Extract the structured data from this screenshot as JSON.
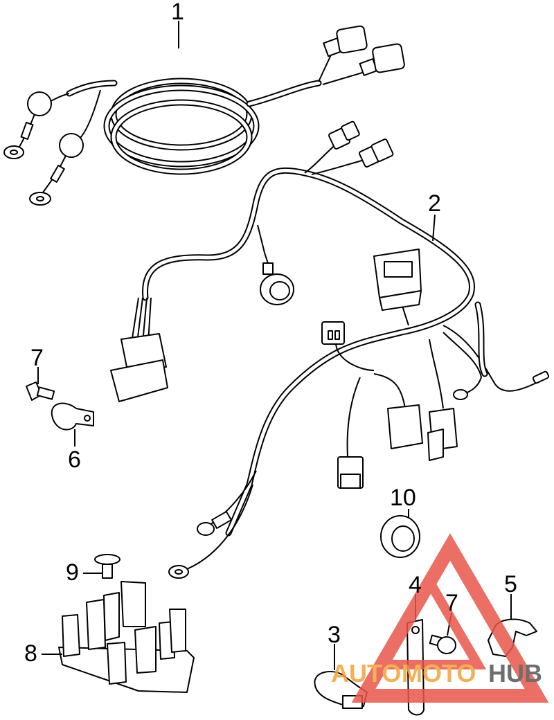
{
  "callouts": {
    "c1": "1",
    "c2": "2",
    "c3": "3",
    "c4": "4",
    "c5": "5",
    "c6": "6",
    "c7a": "7",
    "c7b": "7",
    "c8": "8",
    "c9": "9",
    "c10": "10"
  },
  "watermark": {
    "text_auto": "AUTO",
    "text_moto": "MOTO",
    "text_hub": "HUB",
    "colors": {
      "triangle": "#e8564b",
      "auto": "#f2a33a",
      "moto": "#f2a33a",
      "hub": "#555555"
    }
  }
}
